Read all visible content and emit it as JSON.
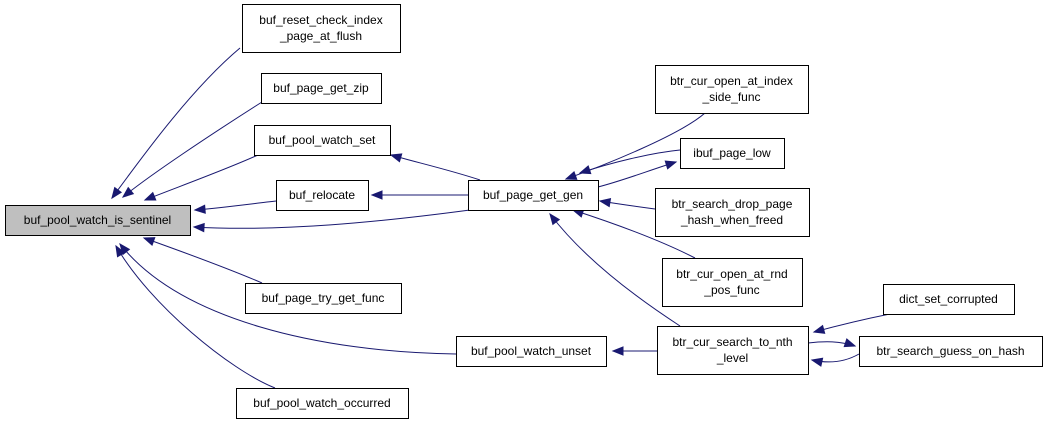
{
  "diagram": {
    "colors": {
      "edge": "#191970",
      "root_fill": "#bfbfbf",
      "node_fill": "#ffffff",
      "node_stroke": "#000000"
    },
    "nodes": [
      {
        "id": "n_root",
        "lines": [
          "buf_pool_watch_is_sentinel"
        ],
        "root": true
      },
      {
        "id": "n_reset",
        "lines": [
          "buf_reset_check_index",
          "_page_at_flush"
        ]
      },
      {
        "id": "n_getzip",
        "lines": [
          "buf_page_get_zip"
        ]
      },
      {
        "id": "n_watchset",
        "lines": [
          "buf_pool_watch_set"
        ]
      },
      {
        "id": "n_relocate",
        "lines": [
          "buf_relocate"
        ]
      },
      {
        "id": "n_trygetfunc",
        "lines": [
          "buf_page_try_get_func"
        ]
      },
      {
        "id": "n_watchunset",
        "lines": [
          "buf_pool_watch_unset"
        ]
      },
      {
        "id": "n_occurred",
        "lines": [
          "buf_pool_watch_occurred"
        ]
      },
      {
        "id": "n_getgen",
        "lines": [
          "buf_page_get_gen"
        ]
      },
      {
        "id": "n_openindex",
        "lines": [
          "btr_cur_open_at_index",
          "_side_func"
        ]
      },
      {
        "id": "n_ibuf",
        "lines": [
          "ibuf_page_low"
        ]
      },
      {
        "id": "n_dropage",
        "lines": [
          "btr_search_drop_page",
          "_hash_when_freed"
        ]
      },
      {
        "id": "n_openrnd",
        "lines": [
          "btr_cur_open_at_rnd",
          "_pos_func"
        ]
      },
      {
        "id": "n_searchnth",
        "lines": [
          "btr_cur_search_to_nth",
          "_level"
        ]
      },
      {
        "id": "n_dictcorrupt",
        "lines": [
          "dict_set_corrupted"
        ]
      },
      {
        "id": "n_guess",
        "lines": [
          "btr_search_guess_on_hash"
        ]
      }
    ],
    "edges": [
      {
        "from": "n_reset",
        "to": "n_root"
      },
      {
        "from": "n_getzip",
        "to": "n_root"
      },
      {
        "from": "n_watchset",
        "to": "n_root"
      },
      {
        "from": "n_relocate",
        "to": "n_root"
      },
      {
        "from": "n_getgen",
        "to": "n_root"
      },
      {
        "from": "n_trygetfunc",
        "to": "n_root"
      },
      {
        "from": "n_watchunset",
        "to": "n_root"
      },
      {
        "from": "n_occurred",
        "to": "n_root"
      },
      {
        "from": "n_getgen",
        "to": "n_watchset"
      },
      {
        "from": "n_getgen",
        "to": "n_relocate"
      },
      {
        "from": "n_openindex",
        "to": "n_getgen"
      },
      {
        "from": "n_ibuf",
        "to": "n_getgen"
      },
      {
        "from": "n_dropage",
        "to": "n_getgen"
      },
      {
        "from": "n_openrnd",
        "to": "n_getgen"
      },
      {
        "from": "n_searchnth",
        "to": "n_getgen"
      },
      {
        "from": "n_getgen",
        "to": "n_ibuf"
      },
      {
        "from": "n_searchnth",
        "to": "n_watchunset"
      },
      {
        "from": "n_dictcorrupt",
        "to": "n_searchnth"
      },
      {
        "from": "n_guess",
        "to": "n_searchnth"
      },
      {
        "from": "n_searchnth",
        "to": "n_guess"
      }
    ]
  }
}
